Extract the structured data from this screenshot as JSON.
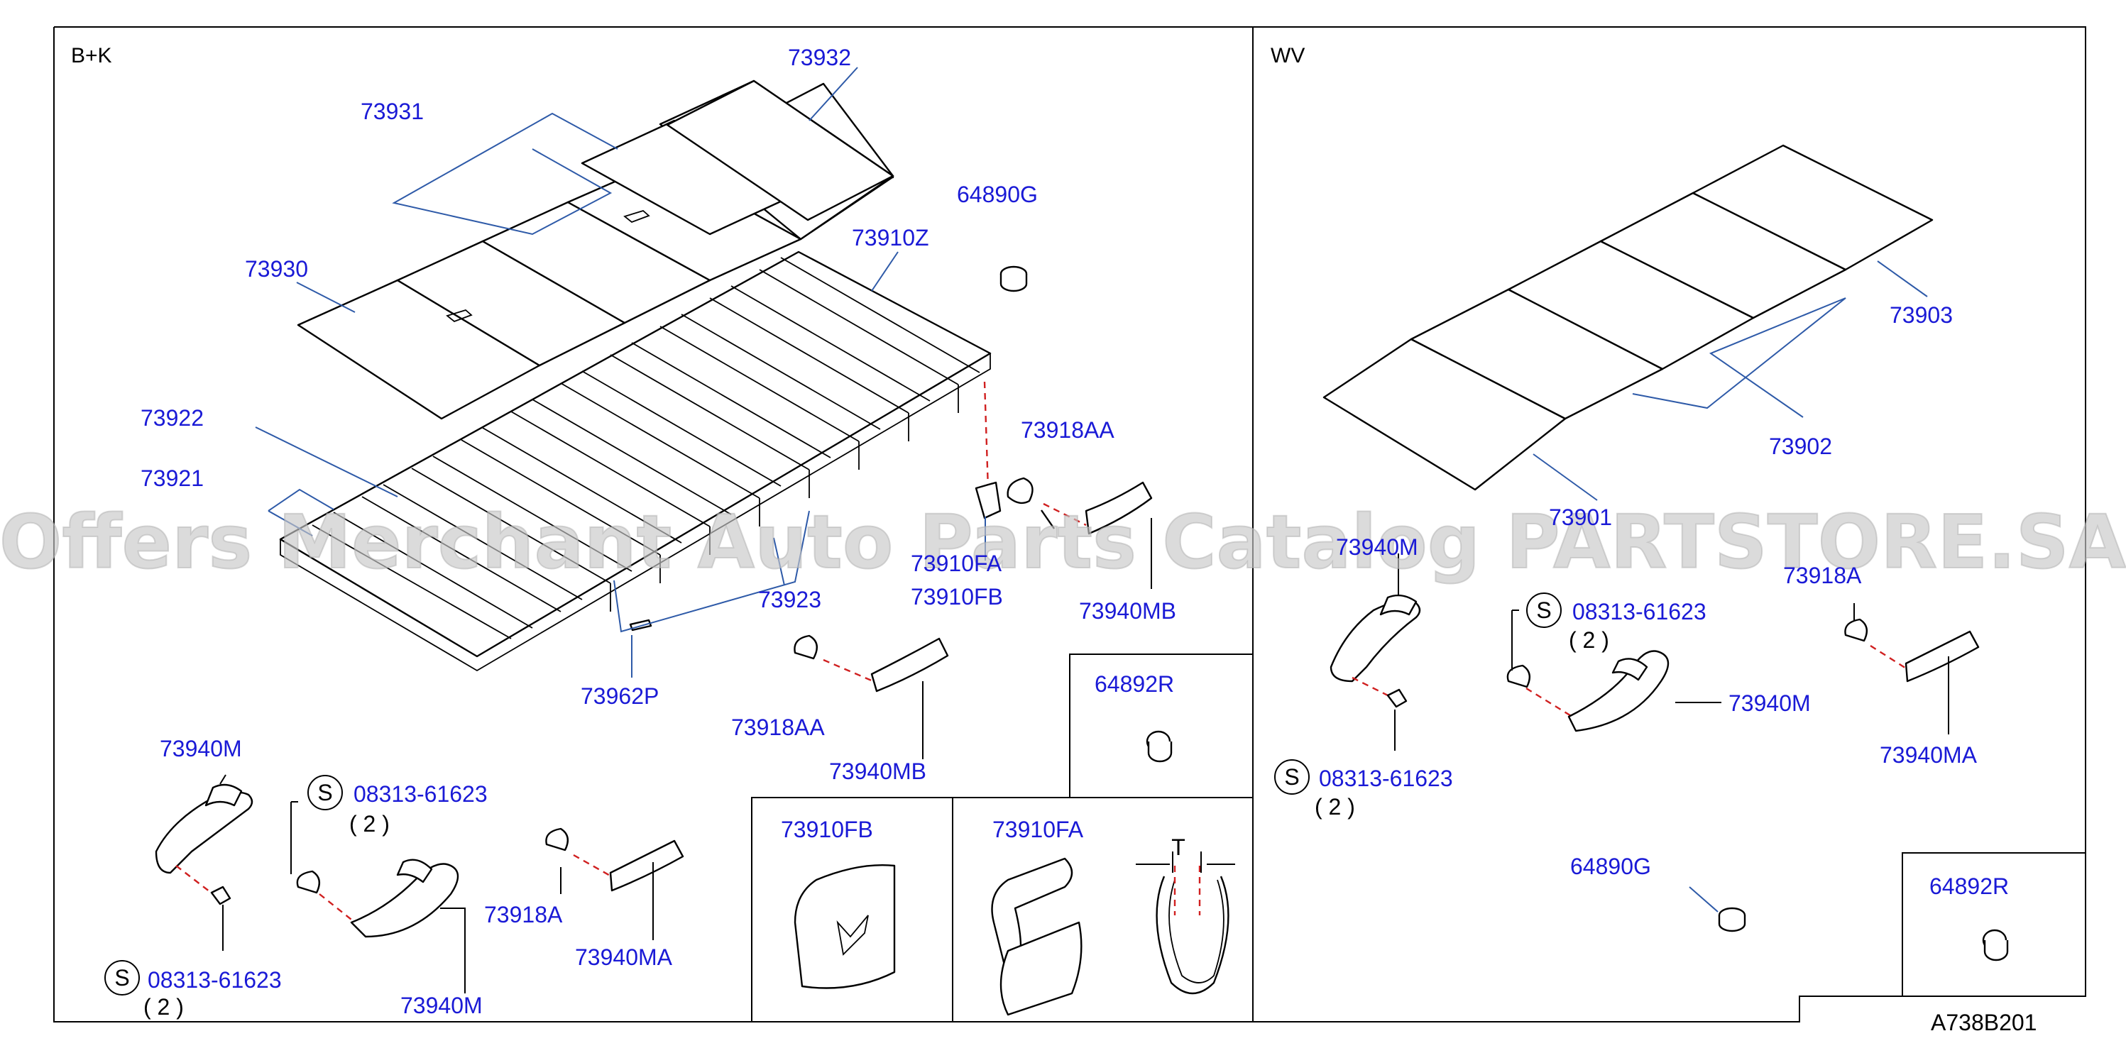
{
  "sections": {
    "left": "B+K",
    "right": "WV"
  },
  "labels": {
    "p73932": "73932",
    "p73931": "73931",
    "p73930": "73930",
    "p64890G_a": "64890G",
    "p73910Z": "73910Z",
    "p73922": "73922",
    "p73921": "73921",
    "p73918AA_a": "73918AA",
    "p73910FA_a": "73910FA",
    "p73910FB_a": "73910FB",
    "p73940MB_a": "73940MB",
    "p73923": "73923",
    "p73962P": "73962P",
    "p73918AA_b": "73918AA",
    "p73940MB_b": "73940MB",
    "p64892R_a": "64892R",
    "p73940M_a": "73940M",
    "p08313_a": "08313-61623",
    "q2_a": "( 2 )",
    "p08313_b": "08313-61623",
    "q2_b": "( 2 )",
    "p73940M_b": "73940M",
    "p73918A_a": "73918A",
    "p73940MA_a": "73940MA",
    "p73910FB_b": "73910FB",
    "p73910FA_b": "73910FA",
    "t_mark": "T",
    "p73903": "73903",
    "p73902": "73902",
    "p73901": "73901",
    "p73940M_c": "73940M",
    "p08313_c": "08313-61623",
    "q2_c": "( 2 )",
    "p73940M_d": "73940M",
    "p08313_d": "08313-61623",
    "q2_d": "( 2 )",
    "p73918A_b": "73918A",
    "p73940MA_b": "73940MA",
    "p64890G_b": "64890G",
    "p64892R_b": "64892R",
    "s_symbol": "S"
  },
  "watermark": "Offers Merchant Auto Parts Catalog PARTSTORE.SA",
  "diagram_code": "A738B201",
  "colors": {
    "label": "#1a1ad6",
    "leader": "#2e5aa8",
    "dash": "#d02020",
    "watermark": "#c8c8c8"
  }
}
